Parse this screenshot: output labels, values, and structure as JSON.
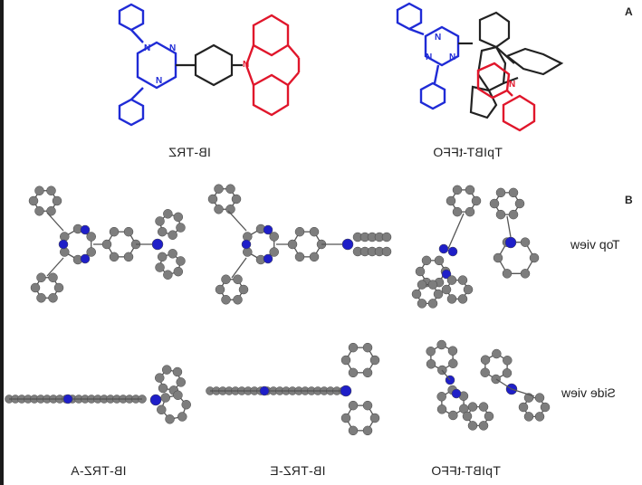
{
  "panels": {
    "a": {
      "letter": "A"
    },
    "b": {
      "letter": "B"
    }
  },
  "structures": {
    "left_name": "IB-TRZ",
    "right_name": "TpIBT-tFFO",
    "atom_label": "N"
  },
  "views": {
    "top_label": "Top view",
    "side_label": "Side view"
  },
  "bottom_captions": {
    "left": "IB-TRZ-A",
    "middle": "IB-TRZ-E",
    "right": "TpIBT-tFFO"
  },
  "colors": {
    "triazine": "#1f2bd6",
    "donor": "#e0162b",
    "carbon_atom": "#7d7d7d",
    "nitrogen_atom": "#1f1fc8"
  }
}
